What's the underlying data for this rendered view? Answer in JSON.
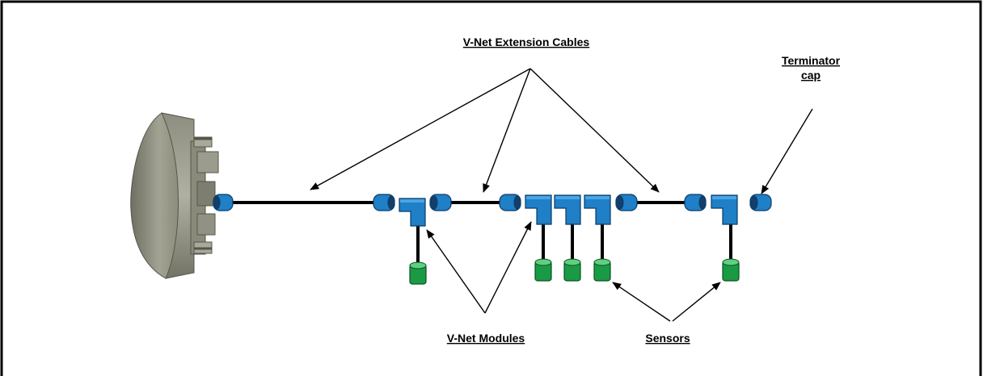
{
  "labels": {
    "extension_cables": "V-Net Extension Cables",
    "terminator_line1": "Terminator",
    "terminator_line2": "cap",
    "modules": "V-Net Modules",
    "sensors": "Sensors"
  },
  "colors": {
    "module_blue": "#1f7fc7",
    "sensor_green": "#1a9a45",
    "hub_gray": "#8c8c7e",
    "cable_black": "#000000"
  }
}
